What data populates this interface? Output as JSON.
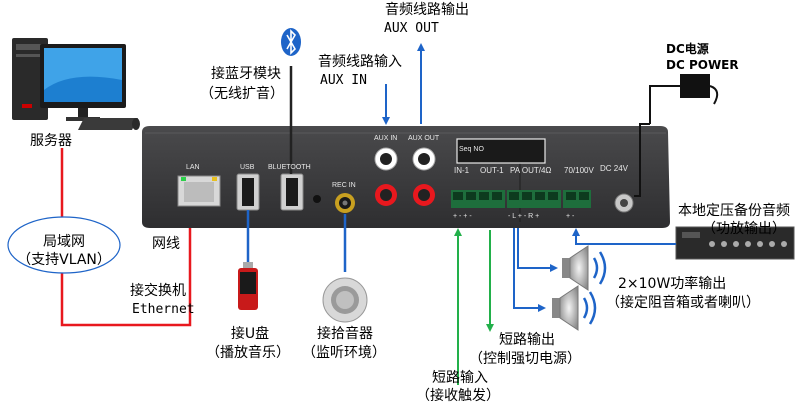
{
  "server": {
    "label": "服务器"
  },
  "bluetooth": {
    "title": "接蓝牙模块",
    "subtitle": "（无线扩音）"
  },
  "aux_in": {
    "title": "音频线路输入",
    "subtitle": "AUX IN"
  },
  "aux_out": {
    "title": "音频线路输出",
    "subtitle": "AUX OUT"
  },
  "dc_power": {
    "title": "DC电源",
    "subtitle": "DC POWER"
  },
  "network": {
    "title": "局域网",
    "subtitle": "（支持VLAN）",
    "line_label": "网线"
  },
  "switch": {
    "title": "接交换机",
    "subtitle": "Ethernet"
  },
  "usb_disk": {
    "title": "接U盘",
    "subtitle": "（播放音乐）"
  },
  "pickup": {
    "title": "接拾音器",
    "subtitle": "（监听环境）"
  },
  "short_out": {
    "title": "短路输出",
    "subtitle": "（控制强切电源）"
  },
  "short_in": {
    "title": "短路输入",
    "subtitle": "（接收触发）"
  },
  "local_amp": {
    "title": "本地定压备份音频",
    "subtitle": "（功放输出）"
  },
  "speaker_out": {
    "title": "2×10W功率输出",
    "subtitle": "（接定阻音箱或者喇叭）"
  },
  "panel": {
    "lan": "LAN",
    "usb": "USB",
    "bluetooth": "BLUETOOTH",
    "rec_in": "REC IN",
    "aux_in": "AUX IN",
    "aux_out": "AUX OUT",
    "seq": "Seq NO",
    "in1": "IN-1",
    "out1": "OUT-1",
    "pa_out": "PA OUT/4Ω",
    "v70": "70/100V",
    "dc24": "DC 24V",
    "pins_a": "+ -  + -",
    "pins_b": "- L +  - R +",
    "pins_c": "+ -"
  },
  "colors": {
    "red": "#e8181e",
    "blue": "#1e64c8",
    "green": "#22b04a",
    "black": "#111111",
    "panel": "#3a3a3c"
  }
}
